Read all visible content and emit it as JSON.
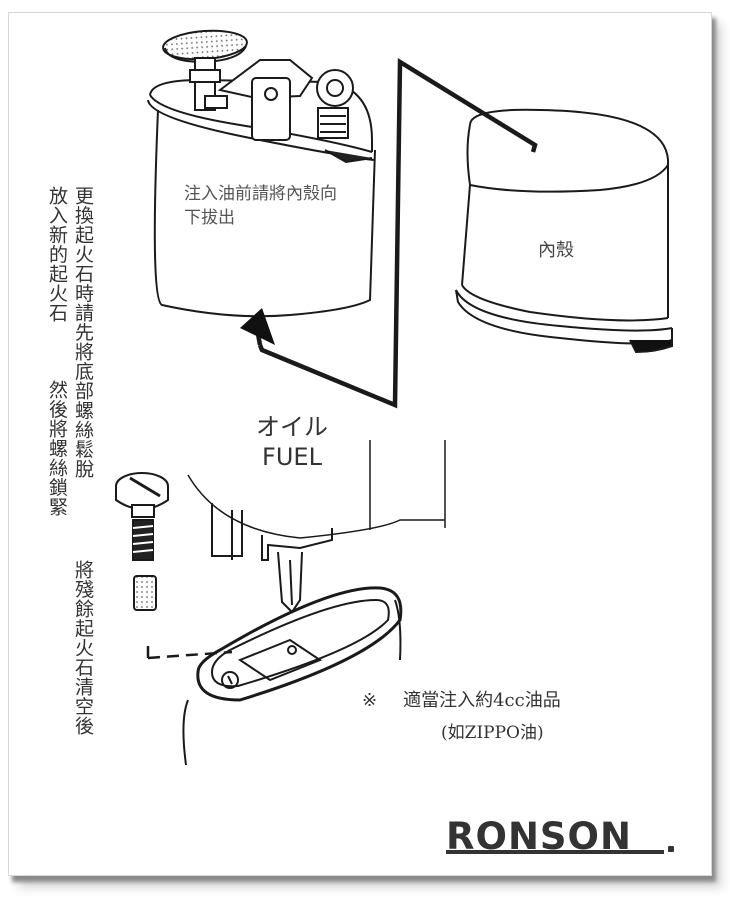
{
  "instructions": {
    "remove_inner_case": "注入油前請將內殼向下拔出",
    "inner_case": "內殼",
    "oil": "オイル",
    "fuel": "FUEL",
    "flint_col_right": "更換起火石時請先將底部螺絲鬆脫",
    "flint_col_right2": "將殘餘起火石清空後",
    "flint_col_left": "放入新的起火石",
    "flint_col_left2": "然後將螺絲鎖緊",
    "note_mark": "※",
    "note_line1": "適當注入約4cc油品",
    "note_line2": "(如ZIPPO油)"
  },
  "brand": {
    "name": "RONSON"
  },
  "colors": {
    "line": "#1a1a1a",
    "text": "#333333",
    "frame_shadow": "#8a8a8a"
  }
}
